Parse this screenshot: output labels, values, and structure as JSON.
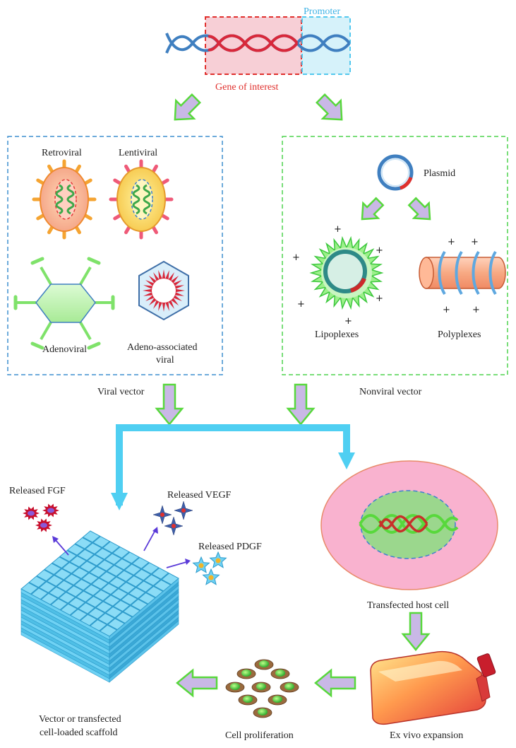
{
  "top": {
    "promoter_label": "Promoter",
    "gene_label": "Gene of interest"
  },
  "viral": {
    "retroviral": "Retroviral",
    "lentiviral": "Lentiviral",
    "adenoviral": "Adenoviral",
    "aav_line1": "Adeno-associated",
    "aav_line2": "viral",
    "title": "Viral vector"
  },
  "nonviral": {
    "plasmid": "Plasmid",
    "lipoplexes": "Lipoplexes",
    "polyplexes": "Polyplexes",
    "title": "Nonviral vector"
  },
  "bottom": {
    "released_fgf": "Released FGF",
    "released_vegf": "Released VEGF",
    "released_pdgf": "Released PDGF",
    "transfected_host_cell": "Transfected host cell",
    "ex_vivo_expansion": "Ex vivo expansion",
    "cell_proliferation": "Cell proliferation",
    "scaffold_line1": "Vector or transfected",
    "scaffold_line2": "cell-loaded scaffold"
  },
  "colors": {
    "dna_blue": "#3f7fc0",
    "dna_red": "#d8283a",
    "arrow_fill": "#c9b8e6",
    "arrow_stroke": "#58d83c",
    "connector": "#4fcff2",
    "scaffold": "#5cc9ee",
    "cell_outer": "#f9b2cf",
    "cell_nucleus": "#9bd78d"
  }
}
